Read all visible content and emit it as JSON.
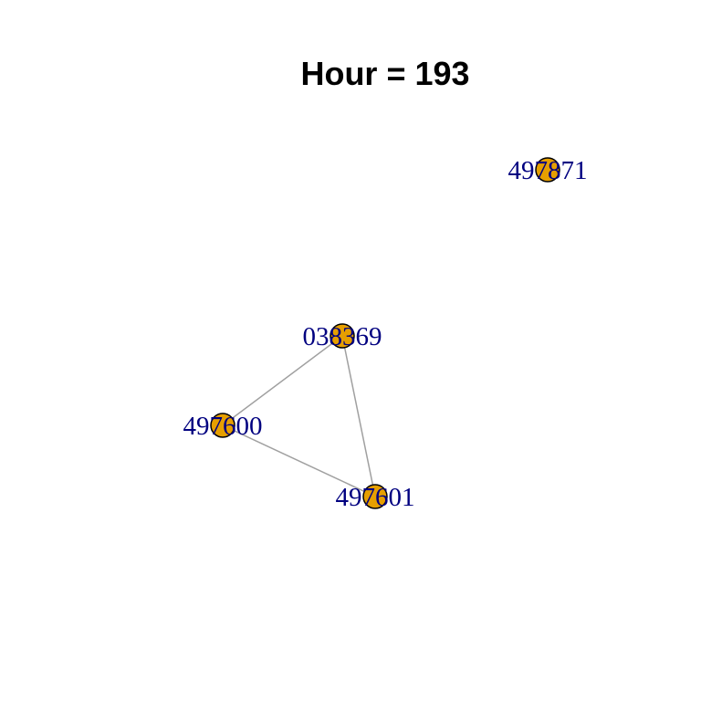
{
  "title": "Hour = 193",
  "colors": {
    "node_fill": "#E69F00",
    "node_stroke": "#000000",
    "edge": "#A0A0A0",
    "label": "#000080",
    "title": "#000000"
  },
  "nodes": [
    {
      "id": "038369",
      "label": "038369"
    },
    {
      "id": "497600",
      "label": "497600"
    },
    {
      "id": "497601",
      "label": "497601"
    },
    {
      "id": "497871",
      "label": "497871"
    }
  ],
  "edges": [
    {
      "source": "038369",
      "target": "497600"
    },
    {
      "source": "038369",
      "target": "497601"
    },
    {
      "source": "497600",
      "target": "497601"
    }
  ]
}
